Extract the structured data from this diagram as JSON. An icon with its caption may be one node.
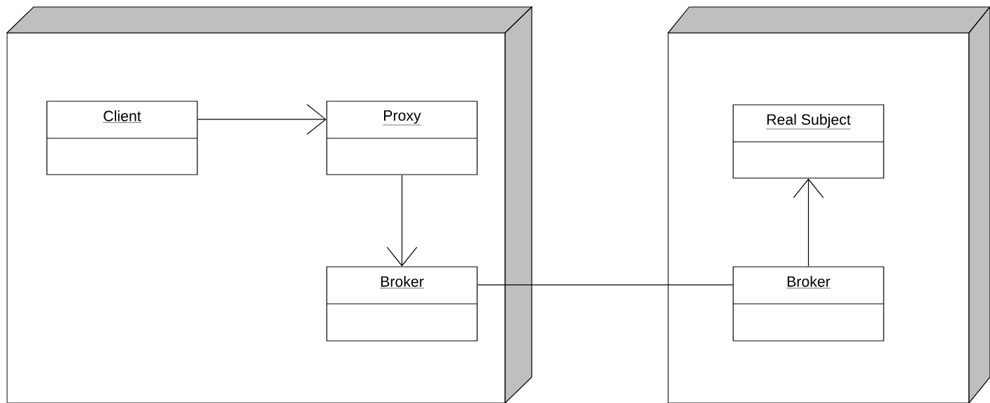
{
  "diagram": {
    "nodes": [
      {
        "text": [],
        "shape": "box"
      },
      {
        "text": [
          "Client"
        ],
        "in": 0
      },
      {
        "text": [
          "Proxy"
        ],
        "in": 0
      },
      {
        "text": [
          "Broker"
        ],
        "in": 0
      },
      {
        "text": [],
        "shape": "box"
      },
      {
        "text": [
          "Real Subject"
        ],
        "in": 4
      },
      {
        "text": [
          "Broker"
        ],
        "in": 4
      }
    ],
    "edges": [
      {
        "from": 1,
        "to": 2,
        "arrow": "to"
      },
      {
        "from": 2,
        "to": 3,
        "arrow": "to"
      },
      {
        "from": 3,
        "to": 6,
        "arrow": "none"
      },
      {
        "from": 6,
        "to": 5,
        "arrow": "to"
      }
    ]
  }
}
